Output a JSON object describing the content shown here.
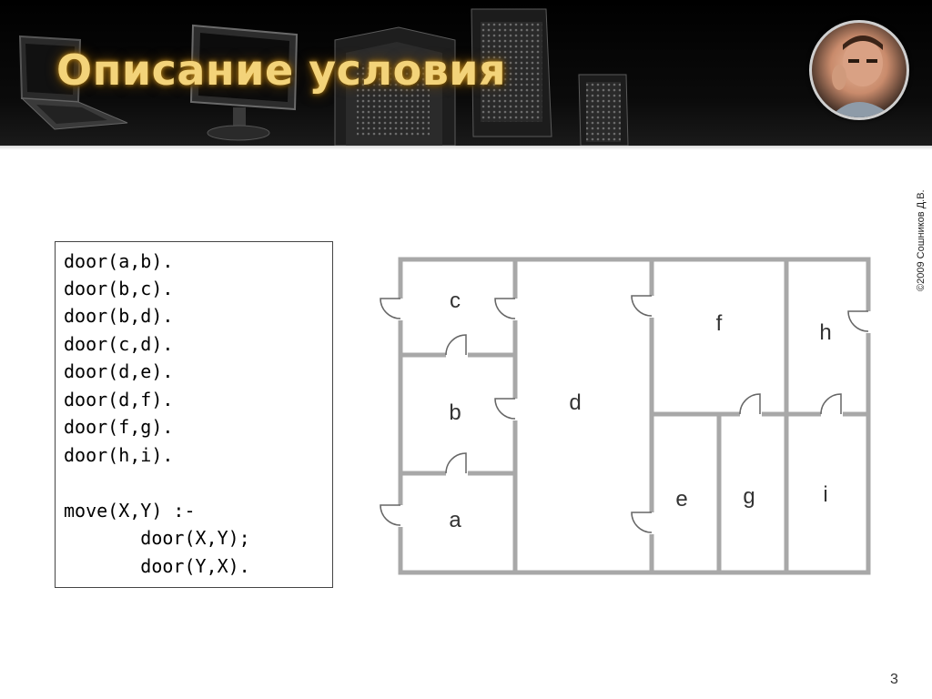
{
  "slide": {
    "title": "Описание условия",
    "copyright": "©2009  Сошников Д.В.",
    "page_number": "3"
  },
  "code": {
    "lines": [
      "door(a,b).",
      "door(b,c).",
      "door(b,d).",
      "door(c,d).",
      "door(d,e).",
      "door(d,f).",
      "door(f,g).",
      "door(h,i).",
      "",
      "move(X,Y) :-",
      "       door(X,Y);",
      "       door(Y,X)."
    ]
  },
  "floor_plan": {
    "rooms": {
      "a": "a",
      "b": "b",
      "c": "c",
      "d": "d",
      "e": "e",
      "f": "f",
      "g": "g",
      "h": "h",
      "i": "i"
    },
    "wall_color": "#a8a8a8"
  }
}
